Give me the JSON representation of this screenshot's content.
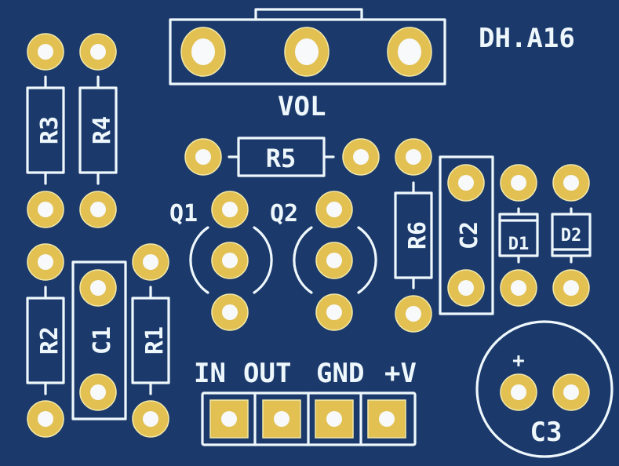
{
  "board": {
    "title": "DH.A16",
    "colors": {
      "substrate": "#1b396b",
      "copper_pad": "#e2c052",
      "drill_hole": "#f7f9fa",
      "silkscreen": "#eef8fc"
    }
  },
  "components": {
    "vol": {
      "ref": "VOL",
      "type": "potentiometer"
    },
    "r1": {
      "ref": "R1",
      "type": "resistor"
    },
    "r2": {
      "ref": "R2",
      "type": "resistor"
    },
    "r3": {
      "ref": "R3",
      "type": "resistor"
    },
    "r4": {
      "ref": "R4",
      "type": "resistor"
    },
    "r5": {
      "ref": "R5",
      "type": "resistor"
    },
    "r6": {
      "ref": "R6",
      "type": "resistor"
    },
    "c1": {
      "ref": "C1",
      "type": "capacitor"
    },
    "c2": {
      "ref": "C2",
      "type": "capacitor"
    },
    "c3": {
      "ref": "C3",
      "type": "electrolytic-capacitor",
      "polarity_mark": "+"
    },
    "q1": {
      "ref": "Q1",
      "type": "transistor"
    },
    "q2": {
      "ref": "Q2",
      "type": "transistor"
    },
    "d1": {
      "ref": "D1",
      "type": "diode"
    },
    "d2": {
      "ref": "D2",
      "type": "diode"
    }
  },
  "connector": {
    "pins": [
      {
        "label": "IN"
      },
      {
        "label": "OUT"
      },
      {
        "label": "GND"
      },
      {
        "label": "+V"
      }
    ]
  }
}
